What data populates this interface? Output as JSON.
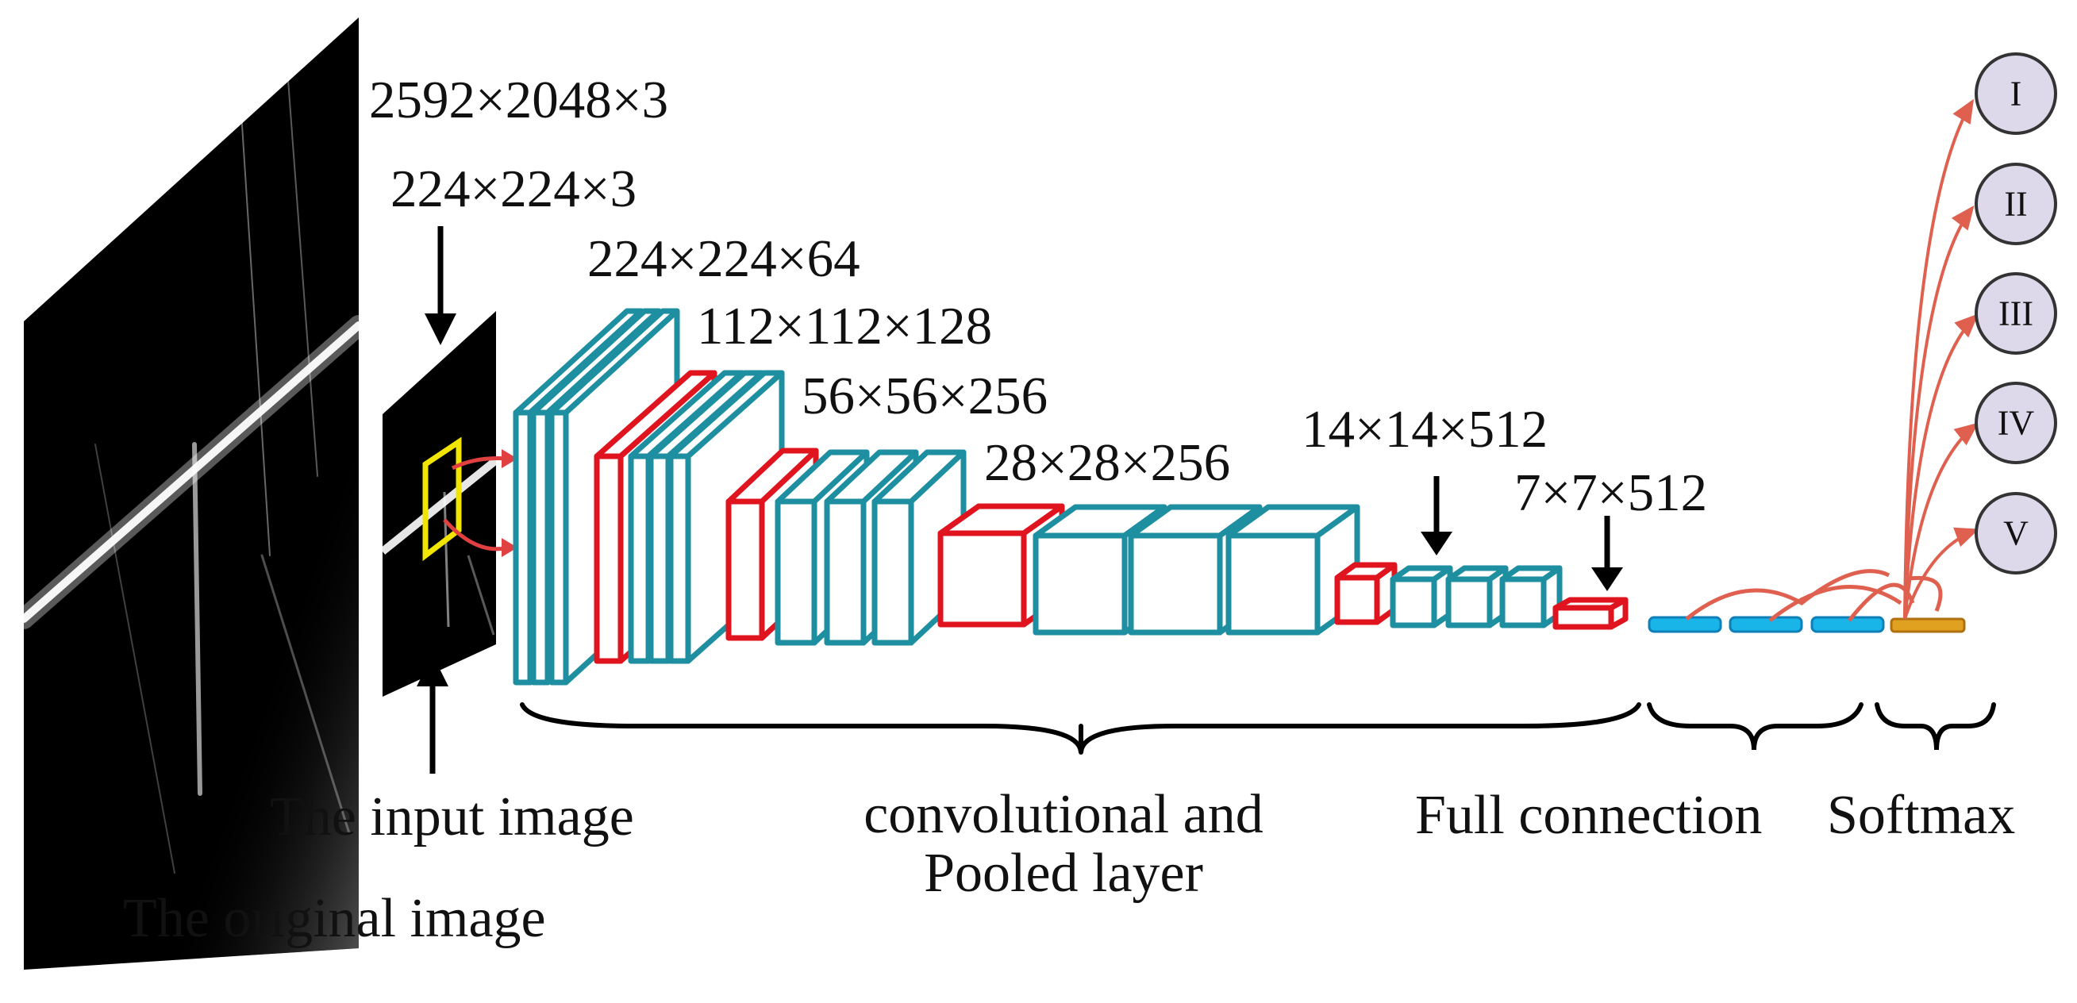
{
  "dimension_labels": {
    "original": "2592×2048×3",
    "input": "224×224×3",
    "stage1": "224×224×64",
    "stage2": "112×112×128",
    "stage3": "56×56×256",
    "stage4": "28×28×256",
    "stage5": "14×14×512",
    "pool5": "7×7×512"
  },
  "captions": {
    "input_image": "The input image",
    "original_image": "The original image",
    "conv_pool_line1": "convolutional and",
    "conv_pool_line2": "Pooled layer",
    "full_connection": "Full connection",
    "softmax": "Softmax"
  },
  "classes": [
    "I",
    "II",
    "III",
    "IV",
    "V"
  ],
  "colors": {
    "conv_block": "#1e8fa0",
    "pool_block": "#e0141e",
    "fc_block": "#19b4e8",
    "softmax_block": "#e0a020",
    "arrow_red": "#e06050",
    "class_fill": "#ddd8ea",
    "crop_box": "#f0e400"
  }
}
